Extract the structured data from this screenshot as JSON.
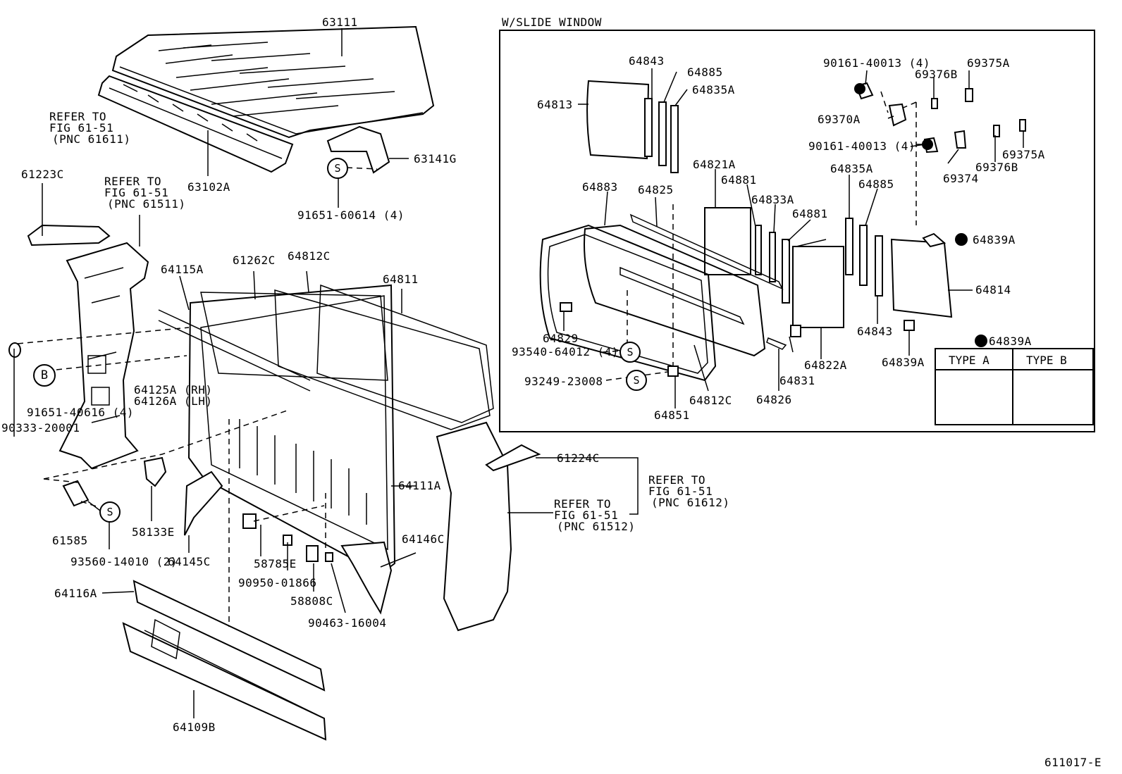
{
  "inset_title": "W/SLIDE WINDOW",
  "figure_code": "611017-E",
  "refer_notes": [
    {
      "id": "refer_61611",
      "lines": [
        "REFER TO",
        "FIG 61-51",
        "(PNC 61611)"
      ]
    },
    {
      "id": "refer_61511",
      "lines": [
        "REFER TO",
        "FIG 61-51",
        "(PNC 61511)"
      ]
    },
    {
      "id": "refer_61612",
      "lines": [
        "REFER TO",
        "FIG 61-51",
        "(PNC 61612)"
      ]
    },
    {
      "id": "refer_61512",
      "lines": [
        "REFER TO",
        "FIG 61-51",
        "(PNC 61512)"
      ]
    }
  ],
  "symbols": {
    "s": "S",
    "b": "B"
  },
  "type_table": {
    "type_a": "TYPE A",
    "type_b": "TYPE B"
  },
  "parts": {
    "p63111": "63111",
    "p63102A": "63102A",
    "p63141G": "63141G",
    "p91651_60614": "91651-60614 (4)",
    "p61223C": "61223C",
    "p64115A": "64115A",
    "p61262C": "61262C",
    "p64812C": "64812C",
    "p64811": "64811",
    "p91651_40616": "91651-40616 (4)",
    "p90333_20001": "90333-20001",
    "p64125A": "64125A (RH)",
    "p64126A": "64126A (LH)",
    "p61585": "61585",
    "p58133E": "58133E",
    "p93560_14010": "93560-14010 (2)",
    "p64145C": "64145C",
    "p64111A": "64111A",
    "p58785E": "58785E",
    "p90950_01866": "90950-01866",
    "p58808C": "58808C",
    "p90463_16004": "90463-16004",
    "p64146C": "64146C",
    "p61224C": "61224C",
    "p64116A": "64116A",
    "p64109B": "64109B",
    "i64843a": "64843",
    "i64885a": "64885",
    "i64835Aa": "64835A",
    "i64813": "64813",
    "i90161a": "90161-40013 (4)",
    "i69376Ba": "69376B",
    "i69375Aa": "69375A",
    "i69370A": "69370A",
    "i90161b": "90161-40013 (4)",
    "i69375Ab": "69375A",
    "i69376Bb": "69376B",
    "i69374": "69374",
    "i64821A": "64821A",
    "i64883": "64883",
    "i64825": "64825",
    "i64881a": "64881",
    "i64833A": "64833A",
    "i64881b": "64881",
    "i64835Ab": "64835A",
    "i64885b": "64885",
    "i64839A": "64839A",
    "i64814": "64814",
    "i64829": "64829",
    "i93540": "93540-64012 (4)",
    "i93249": "93249-23008",
    "i64851": "64851",
    "i64812C": "64812C",
    "i64826": "64826",
    "i64831": "64831",
    "i64822A": "64822A",
    "i64843b": "64843",
    "i64839Ab": "64839A",
    "i64839Ac": "64839A"
  }
}
